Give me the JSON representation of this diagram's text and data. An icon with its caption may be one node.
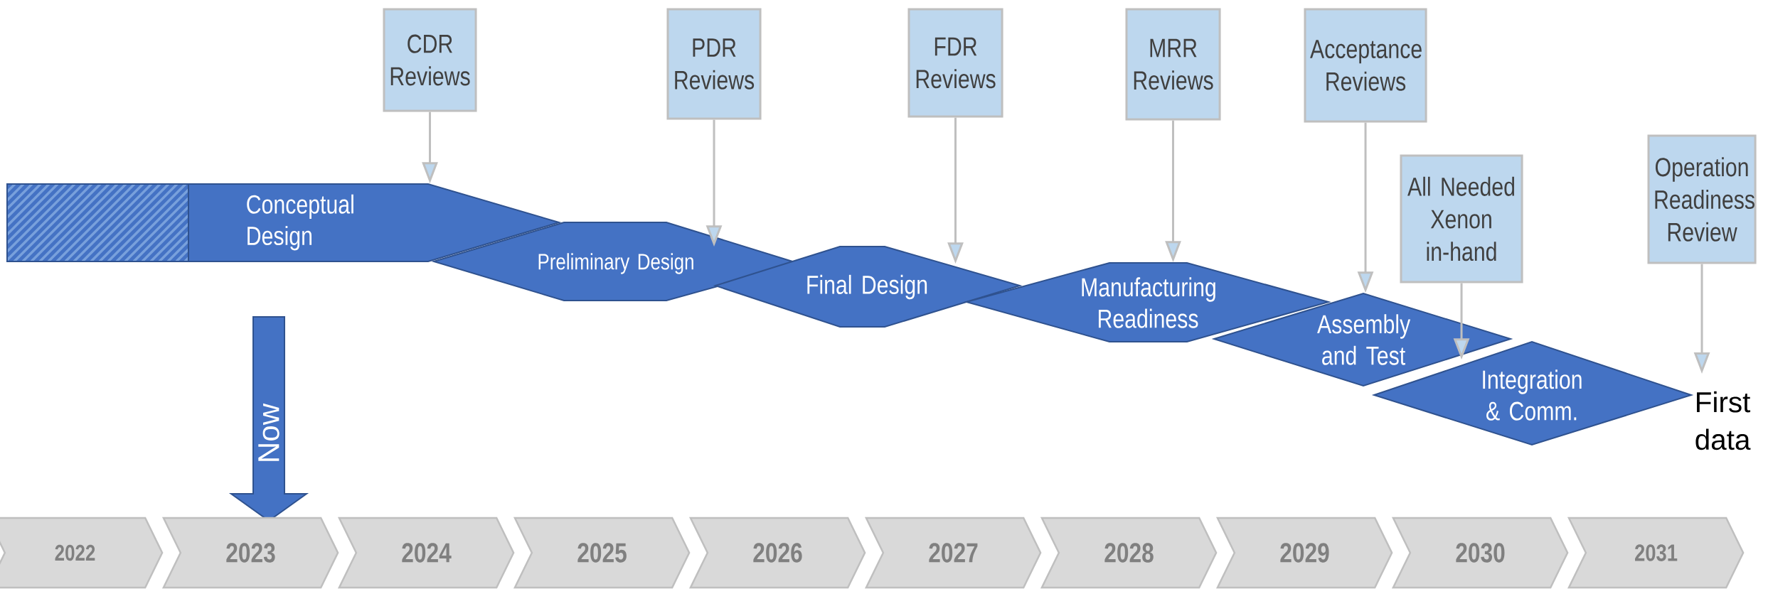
{
  "diagram": {
    "nodes": [
      {
        "text": [
          "CDR Reviews"
        ]
      },
      {
        "text": [
          "PDR Reviews"
        ]
      },
      {
        "text": [
          "FDR Reviews"
        ]
      },
      {
        "text": [
          "MRR Reviews"
        ]
      },
      {
        "text": [
          "Acceptance Reviews"
        ]
      },
      {
        "text": [
          "All Needed Xenon in-hand"
        ]
      },
      {
        "text": [
          "Operation Readiness Review"
        ]
      },
      {
        "text": [
          "Conceptual Design"
        ]
      },
      {
        "text": [
          "Preliminary Design"
        ]
      },
      {
        "text": [
          "Final Design"
        ]
      },
      {
        "text": [
          "Manufacturing Readiness"
        ]
      },
      {
        "text": [
          "Assembly and Test"
        ]
      },
      {
        "text": [
          "Integration & Comm."
        ]
      },
      {
        "text": [
          "First data"
        ]
      },
      {
        "text": [
          "Now"
        ]
      },
      {
        "text": [
          "2022"
        ]
      },
      {
        "text": [
          "2023"
        ]
      },
      {
        "text": [
          "2024"
        ]
      },
      {
        "text": [
          "2025"
        ]
      },
      {
        "text": [
          "2026"
        ]
      },
      {
        "text": [
          "2027"
        ]
      },
      {
        "text": [
          "2028"
        ]
      },
      {
        "text": [
          "2029"
        ]
      },
      {
        "text": [
          "2030"
        ]
      },
      {
        "text": [
          "2031"
        ]
      }
    ],
    "edges": [
      {
        "from": 0,
        "to": 7,
        "arrow": "to"
      },
      {
        "from": 1,
        "to": 8,
        "arrow": "to"
      },
      {
        "from": 2,
        "to": 9,
        "arrow": "to"
      },
      {
        "from": 3,
        "to": 10,
        "arrow": "to"
      },
      {
        "from": 4,
        "to": 11,
        "arrow": "to"
      },
      {
        "from": 5,
        "to": 12,
        "arrow": "to"
      },
      {
        "from": 6,
        "to": 13,
        "arrow": "to"
      }
    ]
  }
}
